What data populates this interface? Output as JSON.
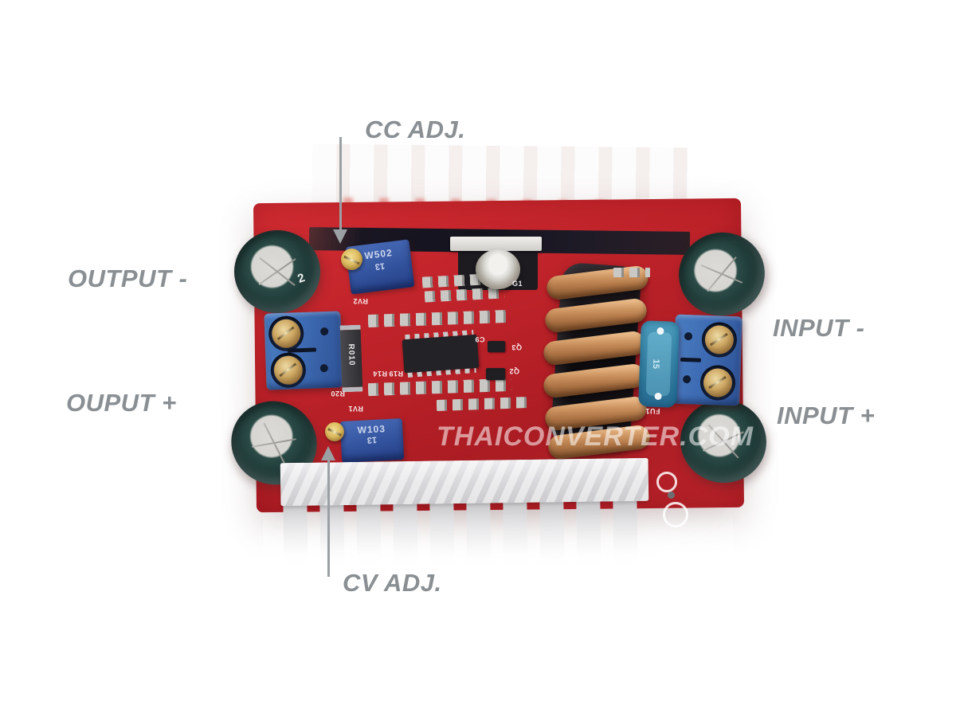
{
  "annotations": {
    "cc_adj": {
      "label": "CC ADJ."
    },
    "cv_adj": {
      "label": "CV ADJ."
    },
    "output_minus": {
      "label": "OUTPUT -"
    },
    "output_plus": {
      "label": "OUPUT +"
    },
    "input_minus": {
      "label": "INPUT -"
    },
    "input_plus": {
      "label": "INPUT +"
    }
  },
  "watermark": {
    "text": "THAICONVERTER.COM"
  },
  "board": {
    "pot_cc": {
      "line1": "W502",
      "line2": "13"
    },
    "pot_cv": {
      "line1": "W103",
      "line2": "13"
    },
    "shunt_label": "R010",
    "fuse_label": "15",
    "cap_tl_mark": "2",
    "silkscreen": [
      {
        "text": "RV2"
      },
      {
        "text": "R20"
      },
      {
        "text": "RV1"
      },
      {
        "text": "R14"
      },
      {
        "text": "R19"
      },
      {
        "text": "FU1"
      },
      {
        "text": "G1"
      },
      {
        "text": "C9"
      },
      {
        "text": "Q3"
      },
      {
        "text": "Q2"
      }
    ]
  },
  "colors": {
    "label-gray": "#8a8f93",
    "arrow-gray": "#9aa0a4",
    "pcb-red": "#c0232a",
    "terminal-blue": "#3e6cb4",
    "cap-teal": "#223e3a",
    "copper": "#b27848",
    "fuse-blue": "#2e86ad",
    "heatsink-silver": "#d3d3d6",
    "watermark-white": "rgba(255,255,255,0.55)"
  }
}
